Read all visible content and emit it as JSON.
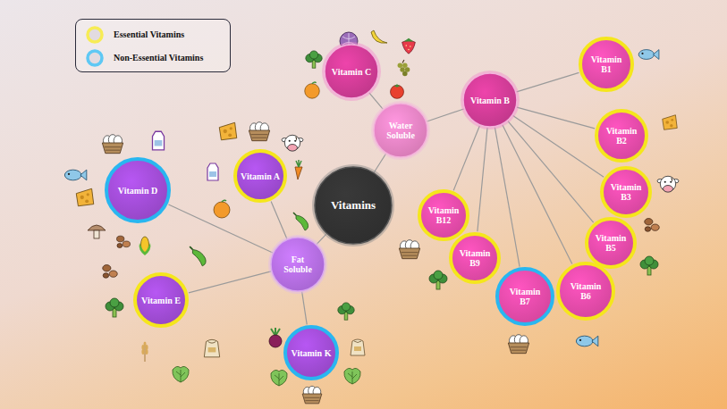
{
  "diagram": {
    "nodes": [
      {
        "text": [
          "Vitamins"
        ]
      },
      {
        "text": [
          "Water Soluble"
        ]
      },
      {
        "text": [
          "Vitamin C"
        ]
      },
      {
        "text": [
          "Vitamin B"
        ]
      },
      {
        "text": [
          "Vitamin B1"
        ]
      },
      {
        "text": [
          "Vitamin B2"
        ]
      },
      {
        "text": [
          "Vitamin B3"
        ]
      },
      {
        "text": [
          "Vitamin B5"
        ]
      },
      {
        "text": [
          "Vitamin B6"
        ]
      },
      {
        "text": [
          "Vitamin B7"
        ]
      },
      {
        "text": [
          "Vitamin B9"
        ]
      },
      {
        "text": [
          "Vitamin B12"
        ]
      },
      {
        "text": [
          "Fat Soluble"
        ]
      },
      {
        "text": [
          "Vitamin A"
        ]
      },
      {
        "text": [
          "Vitamin D"
        ]
      },
      {
        "text": [
          "Vitamin E"
        ]
      },
      {
        "text": [
          "Vitamin K"
        ]
      }
    ],
    "edges": [
      {
        "from": 0,
        "to": 1,
        "arrow": "none"
      },
      {
        "from": 0,
        "to": 12,
        "arrow": "none"
      },
      {
        "from": 1,
        "to": 2,
        "arrow": "none"
      },
      {
        "from": 1,
        "to": 3,
        "arrow": "none"
      },
      {
        "from": 3,
        "to": 4,
        "arrow": "none"
      },
      {
        "from": 3,
        "to": 5,
        "arrow": "none"
      },
      {
        "from": 3,
        "to": 6,
        "arrow": "none"
      },
      {
        "from": 3,
        "to": 7,
        "arrow": "none"
      },
      {
        "from": 3,
        "to": 8,
        "arrow": "none"
      },
      {
        "from": 3,
        "to": 9,
        "arrow": "none"
      },
      {
        "from": 3,
        "to": 10,
        "arrow": "none"
      },
      {
        "from": 3,
        "to": 11,
        "arrow": "none"
      },
      {
        "from": 12,
        "to": 13,
        "arrow": "none"
      },
      {
        "from": 12,
        "to": 14,
        "arrow": "none"
      },
      {
        "from": 12,
        "to": 15,
        "arrow": "none"
      },
      {
        "from": 12,
        "to": 16,
        "arrow": "none"
      }
    ],
    "legend": [
      {
        "text": "Essential Vitamins"
      },
      {
        "text": "Non-Essential Vitamins"
      }
    ]
  }
}
